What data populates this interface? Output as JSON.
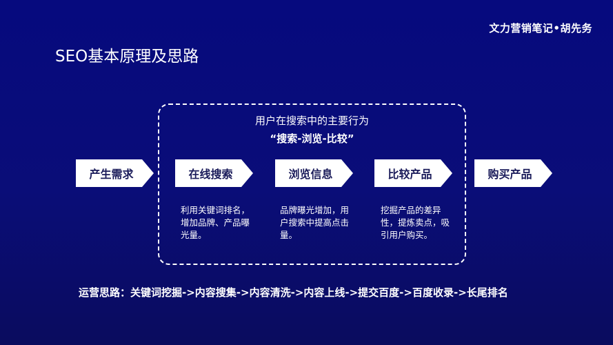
{
  "header": {
    "brand": "文力营销笔记•胡先务",
    "title": "SEO基本原理及思路"
  },
  "behavior": {
    "line1": "用户在搜索中的主要行为",
    "line2": "“搜索-浏览-比较”"
  },
  "steps": [
    {
      "label": "产生需求",
      "desc": ""
    },
    {
      "label": "在线搜索",
      "desc": "利用关键词排名，增加品牌、产品曝光量。"
    },
    {
      "label": "浏览信息",
      "desc": "品牌曝光增加，用户搜索中提高点击量。"
    },
    {
      "label": "比较产品",
      "desc": "挖掘产品的差异性，提炼卖点，吸引用户购买。"
    },
    {
      "label": "购买产品",
      "desc": ""
    }
  ],
  "operations": {
    "text": "运营思路：关键词挖掘->内容搜集->内容清洗->内容上线->提交百度->百度收录->长尾排名"
  },
  "colors": {
    "background": "#060a7e",
    "arrow_fill": "#ffffff",
    "arrow_text": "#1a1b5a",
    "text": "#ffffff"
  }
}
